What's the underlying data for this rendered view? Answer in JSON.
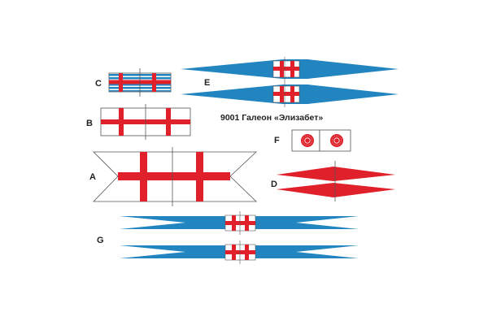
{
  "title": "9001 Галеон «Элизабет»",
  "labels": {
    "a": "A",
    "b": "B",
    "c": "C",
    "d": "D",
    "e": "E",
    "f": "F",
    "g": "G"
  },
  "colors": {
    "cross_red": "#e0202a",
    "streamer_blue": "#2385c0",
    "outline": "#555555",
    "field_white": "#ffffff"
  }
}
